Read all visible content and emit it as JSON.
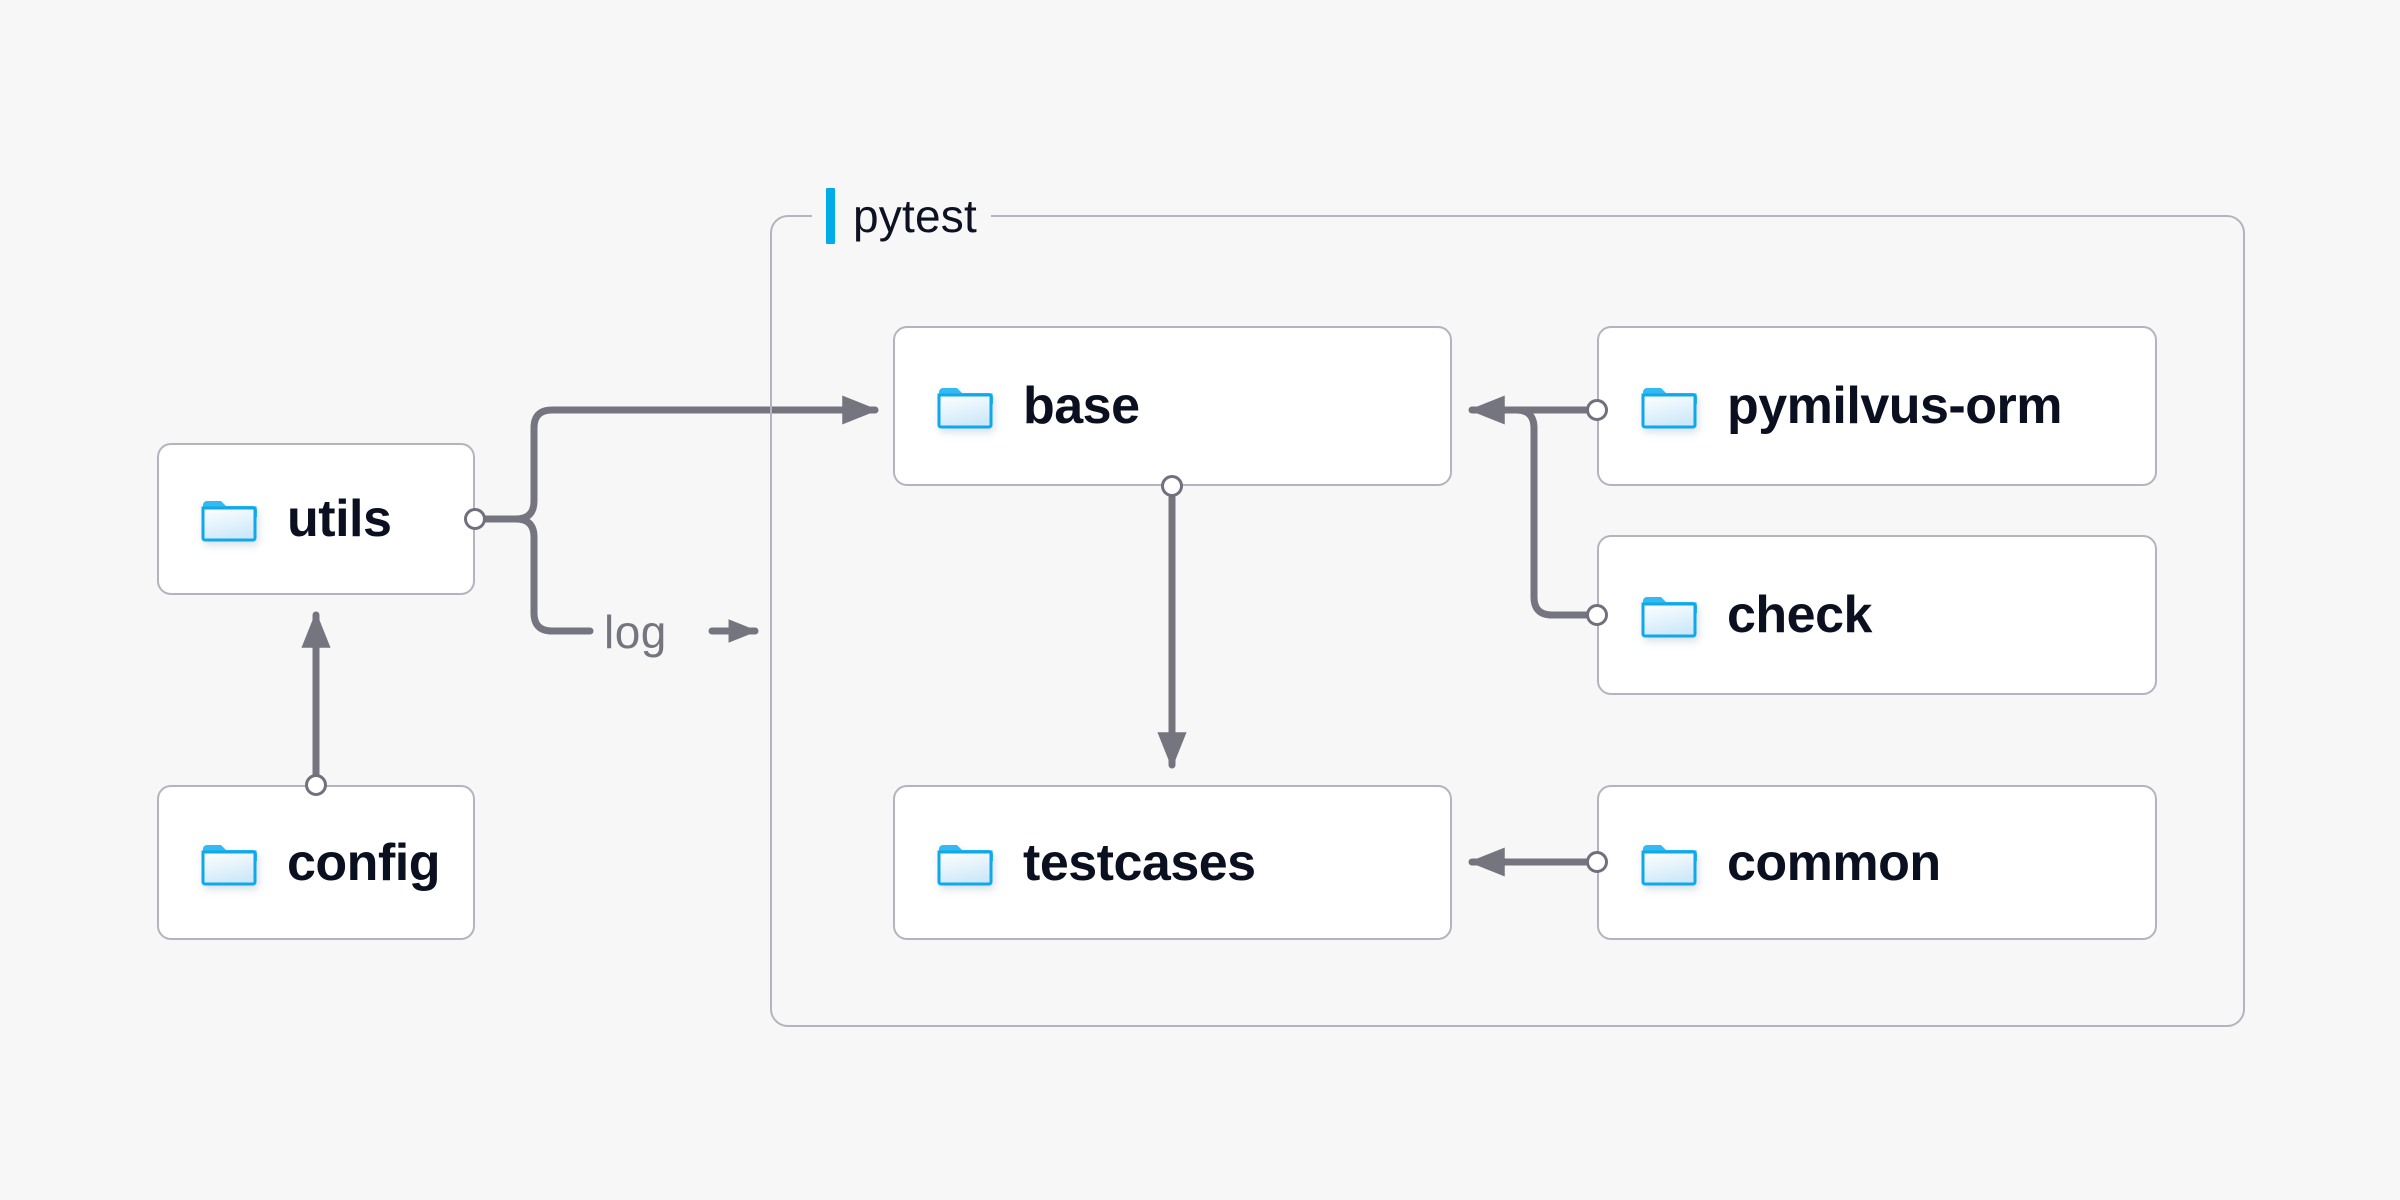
{
  "canvas": {
    "background_color": "#f7f7f7",
    "edge_color": "#75757f",
    "node_border_color": "#b4b4c0",
    "node_fill_color": "#ffffff",
    "label_color": "#0b1020",
    "accent_color": "#00ade6",
    "folder_icon_color": "#10a8ea"
  },
  "group": {
    "title": "pytest",
    "accent_bar": "accent-bar"
  },
  "nodes": [
    {
      "id": "utils",
      "label": "utils",
      "icon": "folder-icon"
    },
    {
      "id": "config",
      "label": "config",
      "icon": "folder-icon"
    },
    {
      "id": "base",
      "label": "base",
      "icon": "folder-icon"
    },
    {
      "id": "testcases",
      "label": "testcases",
      "icon": "folder-icon"
    },
    {
      "id": "pymilvus-orm",
      "label": "pymilvus-orm",
      "icon": "folder-icon"
    },
    {
      "id": "check",
      "label": "check",
      "icon": "folder-icon"
    },
    {
      "id": "common",
      "label": "common",
      "icon": "folder-icon"
    }
  ],
  "edges": [
    {
      "id": "utils-to-base",
      "from": "utils",
      "to": "base",
      "label": ""
    },
    {
      "id": "utils-to-log",
      "from": "utils",
      "to": "pytest",
      "label": "log"
    },
    {
      "id": "config-to-utils",
      "from": "config",
      "to": "utils",
      "label": ""
    },
    {
      "id": "base-to-testcases",
      "from": "base",
      "to": "testcases",
      "label": ""
    },
    {
      "id": "pymilvus-orm-to-base",
      "from": "pymilvus-orm",
      "to": "base",
      "label": ""
    },
    {
      "id": "check-to-base",
      "from": "check",
      "to": "base",
      "label": ""
    },
    {
      "id": "common-to-testcases",
      "from": "common",
      "to": "testcases",
      "label": ""
    }
  ]
}
